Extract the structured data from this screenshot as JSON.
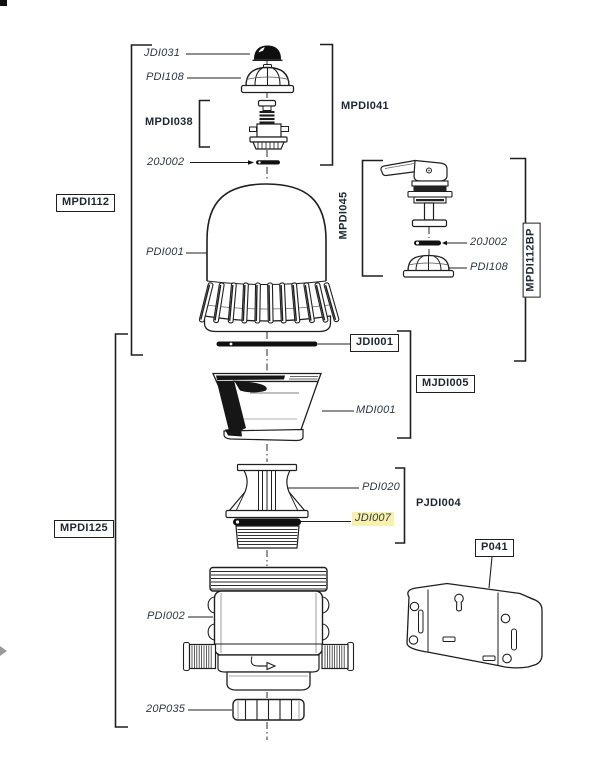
{
  "page": {
    "background": "#ffffff"
  },
  "colors": {
    "label_text": "#2d3946",
    "group_text": "#1c2733",
    "line": "#1f1f1f",
    "highlight": "#f8f1ae"
  },
  "labels": {
    "jdi031": "JDI031",
    "pdi108_top": "PDI108",
    "mpdi038": "MPDI038",
    "mpdi041": "MPDI041",
    "20j002_top": "20J002",
    "mpdi112": "MPDI112",
    "pdi001": "PDI001",
    "mpdi045": "MPDI045",
    "20j002_right": "20J002",
    "pdi108_right": "PDI108",
    "mpdi112bp": "MPDI112BP",
    "jdi001": "JDI001",
    "mjdi005": "MJDI005",
    "mdi001": "MDI001",
    "pdi020": "PDI020",
    "pjdi004": "PJDI004",
    "jdi007": "JDI007",
    "mpdi125": "MPDI125",
    "p041": "P041",
    "pdi002": "PDI002",
    "20p035": "20P035"
  },
  "highlighted_part": "JDI007"
}
